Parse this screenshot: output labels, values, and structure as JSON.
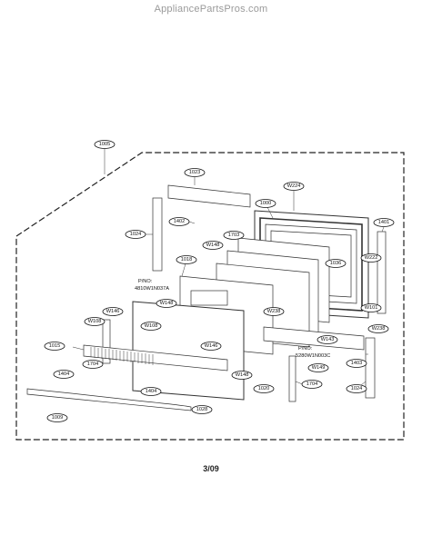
{
  "watermark": "AppliancePartsPros.com",
  "page_number": "3/09",
  "notes": {
    "pno_glass": {
      "line1": "P/NO:",
      "line2": "4810W1N037A"
    },
    "pno_frame": {
      "line1": "P/NO:",
      "line2": "5280W1N003C"
    }
  },
  "callouts": [
    "1005",
    "1023",
    "W224",
    "1000",
    "1401",
    "1024",
    "1402",
    "W148",
    "1703",
    "W222",
    "1018",
    "1036",
    "W148",
    "W101",
    "W146",
    "W108",
    "W238",
    "W238",
    "1015",
    "W108",
    "W143",
    "1704",
    "W146",
    "1403",
    "1404",
    "W149",
    "W148",
    "1704",
    "1020",
    "1024",
    "1404",
    "1009",
    "1028"
  ]
}
